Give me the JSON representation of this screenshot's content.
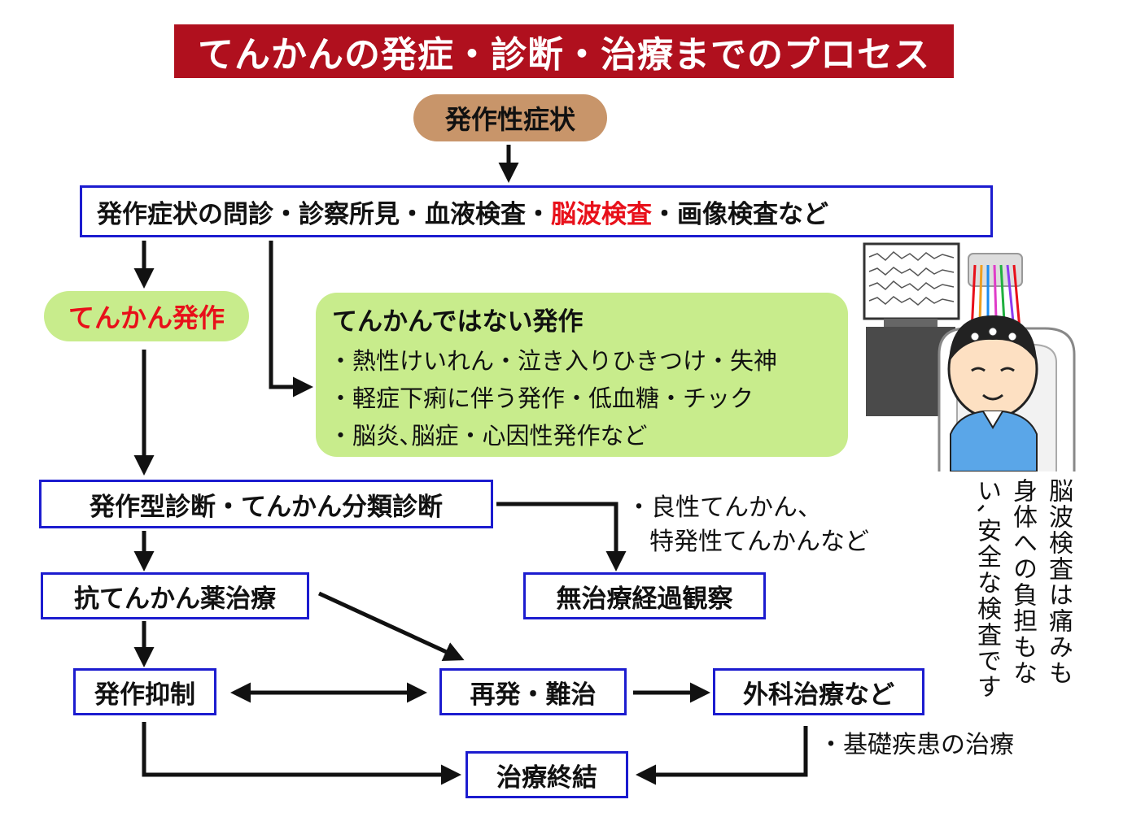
{
  "title": "てんかんの発症・診断・治療までのプロセス",
  "nodes": {
    "seizure_symptoms": "発作性症状",
    "exam_a": "発作症状の問診・診察所見・血液検査・",
    "exam_eeg": "脳波検査",
    "exam_b": "・画像検査など",
    "epileptic_seizure": "てんかん発作",
    "non_epileptic_title": "てんかんではない発作",
    "non_epileptic_items": [
      "・熱性けいれん・泣き入りひきつけ・失神",
      "・軽症下痢に伴う発作・低血糖・チック",
      "・脳炎､脳症・心因性発作など"
    ],
    "classification": "発作型診断・てんかん分類診断",
    "benign_note": [
      "・良性てんかん、",
      "特発性てんかんなど"
    ],
    "no_treatment": "無治療経過観察",
    "aed_treatment": "抗てんかん薬治療",
    "seizure_control": "発作抑制",
    "relapse": "再発・難治",
    "surgery": "外科治療など",
    "underlying_note": "・基礎疾患の治療",
    "treatment_end": "治療終結"
  },
  "eeg_note_lines": [
    "脳波検査は痛みも",
    "身体への負担もな",
    "い､安全な検査です"
  ],
  "colors": {
    "title_bg": "#b0101e",
    "box_border": "#1c1ccf",
    "highlight_red": "#e8101a",
    "pill_green": "#c8ec8c",
    "pill_brown": "#c8956a"
  }
}
